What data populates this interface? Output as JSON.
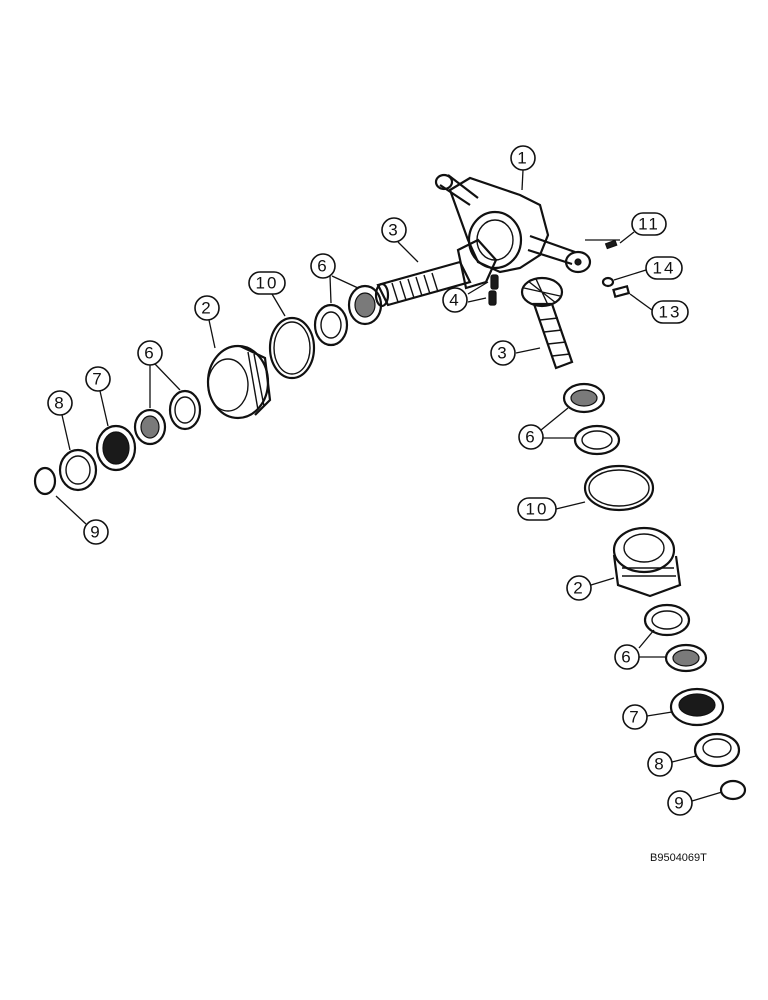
{
  "diagram": {
    "reference_code": "B9504069T",
    "callouts": [
      {
        "id": "c1",
        "label": "1"
      },
      {
        "id": "c3a",
        "label": "3"
      },
      {
        "id": "c3b",
        "label": "3"
      },
      {
        "id": "c4",
        "label": "4"
      },
      {
        "id": "c11",
        "label": "11"
      },
      {
        "id": "c14",
        "label": "14"
      },
      {
        "id": "c13",
        "label": "13"
      },
      {
        "id": "c10a",
        "label": "10"
      },
      {
        "id": "c10b",
        "label": "10"
      },
      {
        "id": "c6a",
        "label": "6"
      },
      {
        "id": "c6b",
        "label": "6"
      },
      {
        "id": "c6c",
        "label": "6"
      },
      {
        "id": "c6d",
        "label": "6"
      },
      {
        "id": "c2a",
        "label": "2"
      },
      {
        "id": "c2b",
        "label": "2"
      },
      {
        "id": "c7a",
        "label": "7"
      },
      {
        "id": "c7b",
        "label": "7"
      },
      {
        "id": "c8a",
        "label": "8"
      },
      {
        "id": "c8b",
        "label": "8"
      },
      {
        "id": "c9a",
        "label": "9"
      },
      {
        "id": "c9b",
        "label": "9"
      }
    ]
  }
}
